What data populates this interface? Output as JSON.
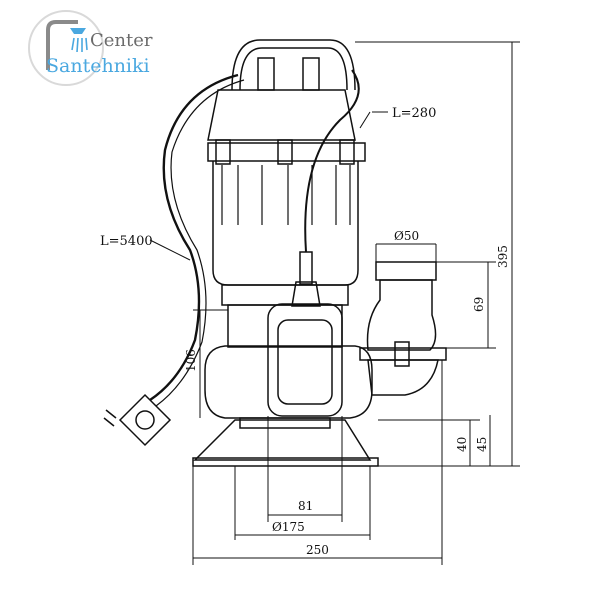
{
  "brand": {
    "line1": "Center",
    "line2": "Santehniki",
    "color": "#4aa8e0",
    "icon": "shower-icon"
  },
  "diagram": {
    "cable_power_label": "L=5400",
    "cable_float_label": "L=280",
    "outlet_diameter": "Ø50",
    "height_total": "395",
    "outlet_height": "69",
    "float_height": "106",
    "base_height_40": "40",
    "base_height_45": "45",
    "width_81": "81",
    "diameter_175": "Ø175",
    "width_250": "250"
  }
}
